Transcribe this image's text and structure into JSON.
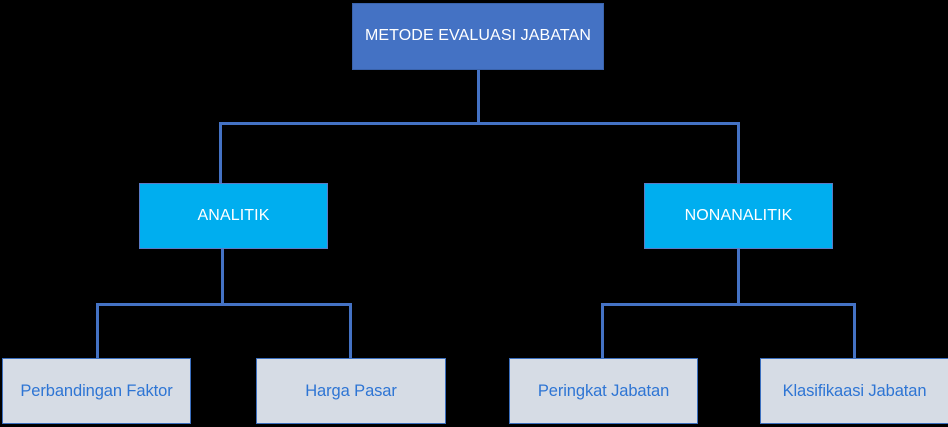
{
  "diagram": {
    "type": "organizational-tree",
    "title_text": "METODE EVALUASI JABATAN",
    "colors": {
      "background": "#000000",
      "root_fill": "#4472C4",
      "root_text": "#FFFFFF",
      "mid_fill": "#00AEEF",
      "mid_text": "#FFFFFF",
      "leaf_fill": "#D6DCE5",
      "leaf_text": "#2E75D4",
      "connector": "#4472C4",
      "leaf_border": "#3B6FBF"
    },
    "root": {
      "label": "METODE EVALUASI JABATAN"
    },
    "level2": [
      {
        "label": "ANALITIK"
      },
      {
        "label": "NONANALITIK"
      }
    ],
    "level3": [
      {
        "label": "Perbandingan Faktor",
        "parent": "ANALITIK"
      },
      {
        "label": "Harga Pasar",
        "parent": "ANALITIK"
      },
      {
        "label": "Peringkat Jabatan",
        "parent": "NONANALITIK"
      },
      {
        "label": "Klasifikaasi Jabatan",
        "parent": "NONANALITIK"
      }
    ]
  }
}
